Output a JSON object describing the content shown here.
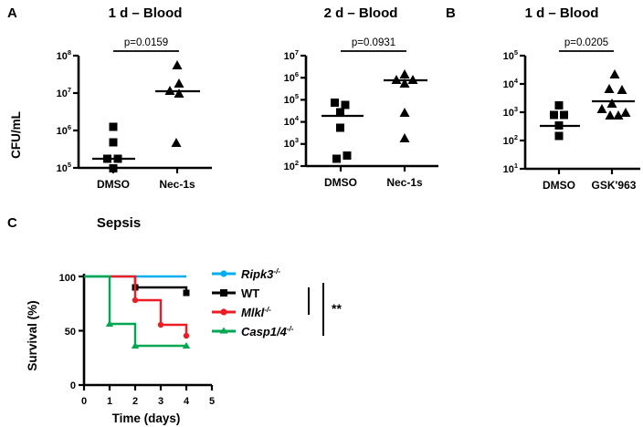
{
  "figure": {
    "panels": [
      {
        "letter": "A",
        "title": "1 d – Blood",
        "pvalue": "p=0.0159",
        "ylabel": "CFU/mL",
        "categories": [
          "DMSO",
          "Nec-1s"
        ]
      },
      {
        "letter": "",
        "title": "2 d – Blood",
        "pvalue": "p=0.0931",
        "ylabel": "",
        "categories": [
          "DMSO",
          "Nec-1s"
        ]
      },
      {
        "letter": "B",
        "title": "1 d – Blood",
        "pvalue": "p=0.0205",
        "ylabel": "",
        "categories": [
          "DMSO",
          "GSK'963"
        ]
      },
      {
        "letter": "C",
        "title": "Sepsis",
        "xlabel": "Time (days)",
        "ylabel": "Survival (%)",
        "significance": "**"
      }
    ]
  },
  "chart_data": [
    {
      "type": "scatter",
      "id": "panel-a-1d-blood",
      "title": "1 d – Blood",
      "xlabel": "",
      "ylabel": "CFU/mL",
      "yscale": "log",
      "ylim": [
        100000,
        100000000
      ],
      "yticks": [
        100000,
        1000000,
        10000000,
        100000000
      ],
      "ytick_labels": [
        "10⁵",
        "10⁶",
        "10⁷",
        "10⁸"
      ],
      "annotation": "p=0.0159",
      "categories": [
        "DMSO",
        "Nec-1s"
      ],
      "series": [
        {
          "name": "DMSO",
          "marker": "square",
          "values": [
            1300000,
            500000,
            210000,
            205000,
            105000
          ],
          "median": 210000
        },
        {
          "name": "Nec-1s",
          "marker": "triangle",
          "values": [
            75000000,
            26000000,
            20000000,
            17000000,
            800000
          ],
          "median": 20500000
        }
      ]
    },
    {
      "type": "scatter",
      "id": "panel-a-2d-blood",
      "title": "2 d – Blood",
      "xlabel": "",
      "ylabel": "",
      "yscale": "log",
      "ylim": [
        100,
        10000000
      ],
      "yticks": [
        100,
        1000,
        10000,
        100000,
        1000000,
        10000000
      ],
      "ytick_labels": [
        "10²",
        "10³",
        "10⁴",
        "10⁵",
        "10⁶",
        "10⁷"
      ],
      "annotation": "p=0.0931",
      "categories": [
        "DMSO",
        "Nec-1s"
      ],
      "series": [
        {
          "name": "DMSO",
          "marker": "square",
          "values": [
            80000,
            62000,
            30000,
            6000,
            300,
            200
          ],
          "median": 18000
        },
        {
          "name": "Nec-1s",
          "marker": "triangle",
          "values": [
            1700000,
            900000,
            850000,
            600000,
            18000,
            1400
          ],
          "median": 830000
        }
      ]
    },
    {
      "type": "scatter",
      "id": "panel-b-1d-blood",
      "title": "1 d – Blood",
      "xlabel": "",
      "ylabel": "",
      "yscale": "log",
      "ylim": [
        10,
        100000
      ],
      "yticks": [
        10,
        100,
        1000,
        10000,
        100000
      ],
      "ytick_labels": [
        "10¹",
        "10²",
        "10³",
        "10⁴",
        "10⁵"
      ],
      "annotation": "p=0.0205",
      "categories": [
        "DMSO",
        "GSK'963"
      ],
      "series": [
        {
          "name": "DMSO",
          "marker": "square",
          "values": [
            2000,
            1000,
            950,
            430,
            200
          ],
          "median": 430
        },
        {
          "name": "GSK'963",
          "marker": "triangle",
          "values": [
            25000,
            9000,
            7500,
            3200,
            2000,
            1300,
            1200,
            1400
          ],
          "median": 3200
        }
      ]
    },
    {
      "type": "line",
      "id": "panel-c-sepsis",
      "subtype": "kaplan-meier",
      "title": "Sepsis",
      "xlabel": "Time (days)",
      "ylabel": "Survival (%)",
      "xlim": [
        0,
        5
      ],
      "ylim": [
        0,
        100
      ],
      "xticks": [
        0,
        1,
        2,
        3,
        4,
        5
      ],
      "yticks": [
        0,
        50,
        100
      ],
      "significance": "**",
      "series": [
        {
          "name": "Ripk3-/-",
          "label": "Ripk3",
          "superscript": "-/-",
          "color": "#00AEEF",
          "marker": "circle",
          "x": [
            0,
            1,
            2,
            3,
            4
          ],
          "y": [
            100,
            100,
            100,
            100,
            100
          ]
        },
        {
          "name": "WT",
          "label": "WT",
          "superscript": "",
          "color": "#000000",
          "marker": "square",
          "x": [
            0,
            1,
            2,
            3,
            4
          ],
          "y": [
            100,
            100,
            90,
            90,
            85
          ]
        },
        {
          "name": "Mlkl-/-",
          "label": "Mlkl",
          "superscript": "-/-",
          "color": "#ED1C24",
          "marker": "circle",
          "x": [
            0,
            1,
            2,
            3,
            4
          ],
          "y": [
            100,
            100,
            78,
            55,
            45
          ]
        },
        {
          "name": "Casp1/4-/-",
          "label": "Casp1/4",
          "superscript": "-/-",
          "color": "#00A651",
          "marker": "triangle",
          "x": [
            0,
            1,
            2,
            3,
            4
          ],
          "y": [
            100,
            60,
            40,
            40,
            40
          ]
        }
      ]
    }
  ],
  "colors": {
    "ripk3": "#00AEEF",
    "wt": "#000000",
    "mlkl": "#ED1C24",
    "casp": "#00A651",
    "axis": "#000000",
    "background": "#FFFFFF"
  }
}
